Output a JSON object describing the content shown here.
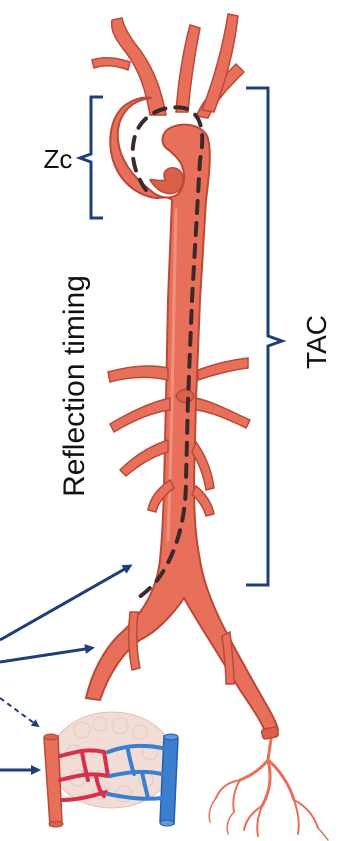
{
  "labels": {
    "zc": "Zc",
    "reflection_timing": "Reflection timing",
    "tac": "TAC"
  },
  "colors": {
    "vessel_fill": "#e8705a",
    "vessel_stroke": "#b94a38",
    "vessel_highlight": "#f29a86",
    "centerline": "#3a2a2a",
    "bracket": "#1f3f7a",
    "arrow": "#1f3f7a",
    "vein_blue": "#3b7fd0",
    "capillary_bed": "#f2dcd6"
  },
  "icons": {
    "aorta": "aorta-illustration",
    "capillary_bed": "capillary-bed-illustration"
  }
}
